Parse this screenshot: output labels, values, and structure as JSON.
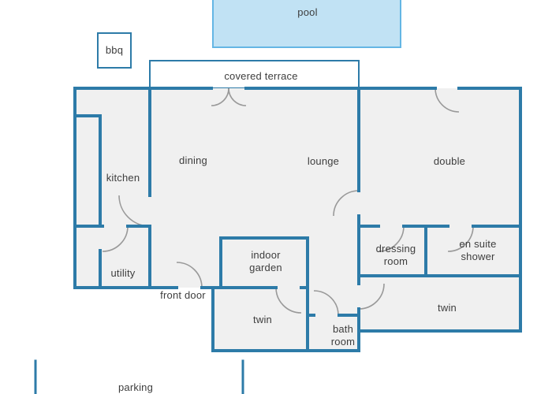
{
  "colors": {
    "wall": "#2d7ba8",
    "pool_fill": "#c1e2f4",
    "pool_border": "#64b6e4",
    "room_fill": "#f0f0f0",
    "door": "#999999",
    "label": "#3d3d3d"
  },
  "plan": {
    "outdoor": {
      "pool": "pool",
      "bbq": "bbq",
      "covered_terrace": "covered terrace",
      "parking": "parking"
    },
    "rooms": {
      "kitchen": "kitchen",
      "dining": "dining",
      "lounge": "lounge",
      "double": "double",
      "dressing_room": "dressing room",
      "en_suite_shower": "en suite shower",
      "utility": "utility",
      "indoor_garden": "indoor garden",
      "twin_left": "twin",
      "bath_room": "bath room",
      "twin_right": "twin"
    },
    "annotations": {
      "front_door": "front door"
    }
  }
}
